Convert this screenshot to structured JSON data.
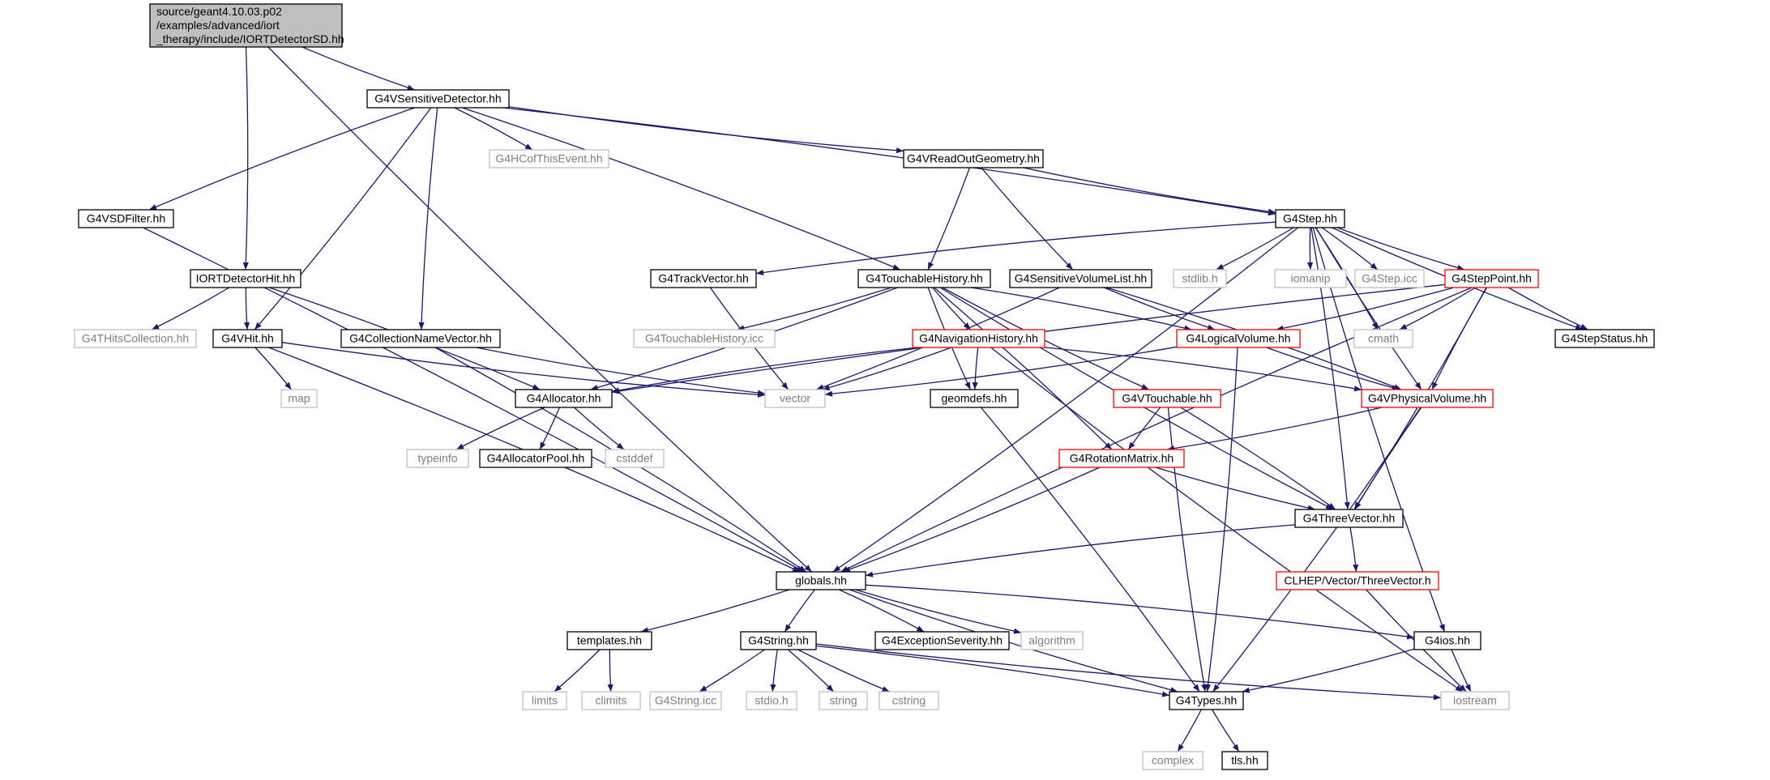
{
  "colors": {
    "edge": "#191970",
    "root_fill": "#bfbfbf",
    "box_black": "#000000",
    "box_red": "#ff0000",
    "box_gray": "#bfbfbf",
    "text_black": "#000000",
    "text_gray": "#7f7f7f"
  },
  "nodes": [
    {
      "id": "root",
      "lines": [
        "source/geant4.10.03.p02",
        "/examples/advanced/iort",
        "_therapy/include/IORTDetectorSD.hh"
      ],
      "style": "root"
    },
    {
      "id": "G4VSensitiveDetector",
      "lines": [
        "G4VSensitiveDetector.hh"
      ],
      "style": "black"
    },
    {
      "id": "G4HCofThisEvent",
      "lines": [
        "G4HCofThisEvent.hh"
      ],
      "style": "gray"
    },
    {
      "id": "G4VReadOutGeometry",
      "lines": [
        "G4VReadOutGeometry.hh"
      ],
      "style": "black"
    },
    {
      "id": "G4VSDFilter",
      "lines": [
        "G4VSDFilter.hh"
      ],
      "style": "black"
    },
    {
      "id": "G4Step",
      "lines": [
        "G4Step.hh"
      ],
      "style": "black"
    },
    {
      "id": "IORTDetectorHit",
      "lines": [
        "IORTDetectorHit.hh"
      ],
      "style": "black"
    },
    {
      "id": "G4TrackVector",
      "lines": [
        "G4TrackVector.hh"
      ],
      "style": "black"
    },
    {
      "id": "G4TouchableHistory",
      "lines": [
        "G4TouchableHistory.hh"
      ],
      "style": "black"
    },
    {
      "id": "G4SensitiveVolumeList",
      "lines": [
        "G4SensitiveVolumeList.hh"
      ],
      "style": "black"
    },
    {
      "id": "stdlib",
      "lines": [
        "stdlib.h"
      ],
      "style": "gray"
    },
    {
      "id": "iomanip",
      "lines": [
        "iomanip"
      ],
      "style": "gray"
    },
    {
      "id": "G4Step_icc",
      "lines": [
        "G4Step.icc"
      ],
      "style": "gray"
    },
    {
      "id": "G4StepPoint",
      "lines": [
        "G4StepPoint.hh"
      ],
      "style": "red"
    },
    {
      "id": "G4THitsCollection",
      "lines": [
        "G4THitsCollection.hh"
      ],
      "style": "gray"
    },
    {
      "id": "G4VHit",
      "lines": [
        "G4VHit.hh"
      ],
      "style": "black"
    },
    {
      "id": "G4CollectionNameVector",
      "lines": [
        "G4CollectionNameVector.hh"
      ],
      "style": "black"
    },
    {
      "id": "G4TouchableHistory_icc",
      "lines": [
        "G4TouchableHistory.icc"
      ],
      "style": "gray"
    },
    {
      "id": "G4NavigationHistory",
      "lines": [
        "G4NavigationHistory.hh"
      ],
      "style": "red"
    },
    {
      "id": "G4LogicalVolume",
      "lines": [
        "G4LogicalVolume.hh"
      ],
      "style": "red"
    },
    {
      "id": "cmath",
      "lines": [
        "cmath"
      ],
      "style": "gray"
    },
    {
      "id": "G4StepStatus",
      "lines": [
        "G4StepStatus.hh"
      ],
      "style": "black"
    },
    {
      "id": "map",
      "lines": [
        "map"
      ],
      "style": "gray"
    },
    {
      "id": "G4Allocator",
      "lines": [
        "G4Allocator.hh"
      ],
      "style": "black"
    },
    {
      "id": "vector",
      "lines": [
        "vector"
      ],
      "style": "gray"
    },
    {
      "id": "geomdefs",
      "lines": [
        "geomdefs.hh"
      ],
      "style": "black"
    },
    {
      "id": "G4VTouchable",
      "lines": [
        "G4VTouchable.hh"
      ],
      "style": "red"
    },
    {
      "id": "G4VPhysicalVolume",
      "lines": [
        "G4VPhysicalVolume.hh"
      ],
      "style": "red"
    },
    {
      "id": "typeinfo",
      "lines": [
        "typeinfo"
      ],
      "style": "gray"
    },
    {
      "id": "G4AllocatorPool",
      "lines": [
        "G4AllocatorPool.hh"
      ],
      "style": "black"
    },
    {
      "id": "cstddef",
      "lines": [
        "cstddef"
      ],
      "style": "gray"
    },
    {
      "id": "G4RotationMatrix",
      "lines": [
        "G4RotationMatrix.hh"
      ],
      "style": "red"
    },
    {
      "id": "G4ThreeVector",
      "lines": [
        "G4ThreeVector.hh"
      ],
      "style": "black"
    },
    {
      "id": "globals",
      "lines": [
        "globals.hh"
      ],
      "style": "black"
    },
    {
      "id": "CLHEP_ThreeVector",
      "lines": [
        "CLHEP/Vector/ThreeVector.h"
      ],
      "style": "red"
    },
    {
      "id": "templates",
      "lines": [
        "templates.hh"
      ],
      "style": "black"
    },
    {
      "id": "G4String",
      "lines": [
        "G4String.hh"
      ],
      "style": "black"
    },
    {
      "id": "G4ExceptionSeverity",
      "lines": [
        "G4ExceptionSeverity.hh"
      ],
      "style": "black"
    },
    {
      "id": "algorithm",
      "lines": [
        "algorithm"
      ],
      "style": "gray"
    },
    {
      "id": "G4ios",
      "lines": [
        "G4ios.hh"
      ],
      "style": "black"
    },
    {
      "id": "limits",
      "lines": [
        "limits"
      ],
      "style": "gray"
    },
    {
      "id": "climits",
      "lines": [
        "climits"
      ],
      "style": "gray"
    },
    {
      "id": "G4String_icc",
      "lines": [
        "G4String.icc"
      ],
      "style": "gray"
    },
    {
      "id": "stdio",
      "lines": [
        "stdio.h"
      ],
      "style": "gray"
    },
    {
      "id": "string",
      "lines": [
        "string"
      ],
      "style": "gray"
    },
    {
      "id": "cstring",
      "lines": [
        "cstring"
      ],
      "style": "gray"
    },
    {
      "id": "G4Types",
      "lines": [
        "G4Types.hh"
      ],
      "style": "black"
    },
    {
      "id": "iostream",
      "lines": [
        "iostream"
      ],
      "style": "gray"
    },
    {
      "id": "complex",
      "lines": [
        "complex"
      ],
      "style": "gray"
    },
    {
      "id": "tls",
      "lines": [
        "tls.hh"
      ],
      "style": "black"
    }
  ],
  "edges": [
    [
      "root",
      "G4VSensitiveDetector"
    ],
    [
      "root",
      "IORTDetectorHit"
    ],
    [
      "root",
      "globals"
    ],
    [
      "G4VSensitiveDetector",
      "G4HCofThisEvent"
    ],
    [
      "G4VSensitiveDetector",
      "G4VReadOutGeometry"
    ],
    [
      "G4VSensitiveDetector",
      "G4Step"
    ],
    [
      "G4VSensitiveDetector",
      "G4VSDFilter"
    ],
    [
      "G4VSensitiveDetector",
      "G4VHit"
    ],
    [
      "G4VSensitiveDetector",
      "G4CollectionNameVector"
    ],
    [
      "G4VSensitiveDetector",
      "G4TouchableHistory"
    ],
    [
      "G4VReadOutGeometry",
      "G4Step"
    ],
    [
      "G4VReadOutGeometry",
      "G4TouchableHistory"
    ],
    [
      "G4VReadOutGeometry",
      "G4SensitiveVolumeList"
    ],
    [
      "G4VSDFilter",
      "globals"
    ],
    [
      "G4Step",
      "G4TrackVector"
    ],
    [
      "G4Step",
      "stdlib"
    ],
    [
      "G4Step",
      "iomanip"
    ],
    [
      "G4Step",
      "G4Step_icc"
    ],
    [
      "G4Step",
      "G4StepPoint"
    ],
    [
      "G4Step",
      "cmath"
    ],
    [
      "G4Step",
      "G4StepStatus"
    ],
    [
      "G4Step",
      "globals"
    ],
    [
      "G4Step",
      "G4VPhysicalVolume"
    ],
    [
      "G4Step",
      "G4ThreeVector"
    ],
    [
      "G4Step",
      "G4ios"
    ],
    [
      "IORTDetectorHit",
      "G4THitsCollection"
    ],
    [
      "IORTDetectorHit",
      "G4VHit"
    ],
    [
      "IORTDetectorHit",
      "G4Allocator"
    ],
    [
      "G4TrackVector",
      "vector"
    ],
    [
      "G4TouchableHistory",
      "G4TouchableHistory_icc"
    ],
    [
      "G4TouchableHistory",
      "G4NavigationHistory"
    ],
    [
      "G4TouchableHistory",
      "G4Allocator"
    ],
    [
      "G4TouchableHistory",
      "geomdefs"
    ],
    [
      "G4TouchableHistory",
      "G4LogicalVolume"
    ],
    [
      "G4TouchableHistory",
      "G4VTouchable"
    ],
    [
      "G4TouchableHistory",
      "G4RotationMatrix"
    ],
    [
      "G4TouchableHistory",
      "G4ThreeVector"
    ],
    [
      "G4SensitiveVolumeList",
      "vector"
    ],
    [
      "G4SensitiveVolumeList",
      "G4LogicalVolume"
    ],
    [
      "G4SensitiveVolumeList",
      "G4VPhysicalVolume"
    ],
    [
      "G4StepPoint",
      "G4Allocator"
    ],
    [
      "G4StepPoint",
      "cmath"
    ],
    [
      "G4StepPoint",
      "G4StepStatus"
    ],
    [
      "G4StepPoint",
      "G4LogicalVolume"
    ],
    [
      "G4StepPoint",
      "G4VPhysicalVolume"
    ],
    [
      "G4StepPoint",
      "G4ThreeVector"
    ],
    [
      "G4StepPoint",
      "globals"
    ],
    [
      "G4VHit",
      "map"
    ],
    [
      "G4VHit",
      "vector"
    ],
    [
      "G4VHit",
      "globals"
    ],
    [
      "G4CollectionNameVector",
      "vector"
    ],
    [
      "G4CollectionNameVector",
      "globals"
    ],
    [
      "G4NavigationHistory",
      "G4Allocator"
    ],
    [
      "G4NavigationHistory",
      "vector"
    ],
    [
      "G4NavigationHistory",
      "geomdefs"
    ],
    [
      "G4NavigationHistory",
      "G4VPhysicalVolume"
    ],
    [
      "G4NavigationHistory",
      "iostream"
    ],
    [
      "G4LogicalVolume",
      "vector"
    ],
    [
      "G4LogicalVolume",
      "G4VPhysicalVolume"
    ],
    [
      "G4LogicalVolume",
      "G4Types"
    ],
    [
      "G4Allocator",
      "typeinfo"
    ],
    [
      "G4Allocator",
      "G4AllocatorPool"
    ],
    [
      "G4Allocator",
      "cstddef"
    ],
    [
      "geomdefs",
      "G4Types"
    ],
    [
      "G4VTouchable",
      "G4RotationMatrix"
    ],
    [
      "G4VTouchable",
      "G4ThreeVector"
    ],
    [
      "G4VTouchable",
      "G4Types"
    ],
    [
      "G4VPhysicalVolume",
      "G4RotationMatrix"
    ],
    [
      "G4VPhysicalVolume",
      "G4ThreeVector"
    ],
    [
      "G4VPhysicalVolume",
      "G4Types"
    ],
    [
      "G4RotationMatrix",
      "G4ThreeVector"
    ],
    [
      "G4RotationMatrix",
      "globals"
    ],
    [
      "G4ThreeVector",
      "globals"
    ],
    [
      "G4ThreeVector",
      "CLHEP_ThreeVector"
    ],
    [
      "CLHEP_ThreeVector",
      "iostream"
    ],
    [
      "globals",
      "templates"
    ],
    [
      "globals",
      "G4String"
    ],
    [
      "globals",
      "G4ExceptionSeverity"
    ],
    [
      "globals",
      "algorithm"
    ],
    [
      "globals",
      "G4ios"
    ],
    [
      "globals",
      "G4Types"
    ],
    [
      "templates",
      "limits"
    ],
    [
      "templates",
      "climits"
    ],
    [
      "G4String",
      "G4String_icc"
    ],
    [
      "G4String",
      "stdio"
    ],
    [
      "G4String",
      "string"
    ],
    [
      "G4String",
      "cstring"
    ],
    [
      "G4String",
      "G4Types"
    ],
    [
      "G4String",
      "iostream"
    ],
    [
      "G4ios",
      "G4Types"
    ],
    [
      "G4ios",
      "iostream"
    ],
    [
      "G4Types",
      "complex"
    ],
    [
      "G4Types",
      "tls"
    ]
  ]
}
